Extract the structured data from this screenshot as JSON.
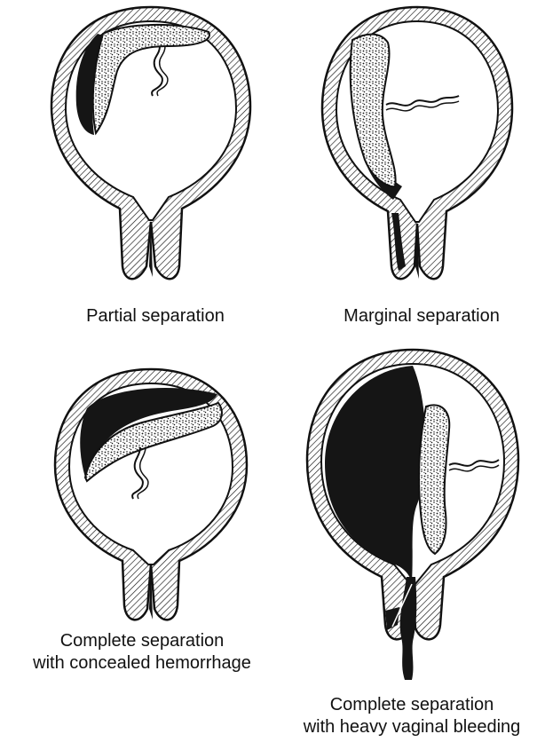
{
  "panels": [
    {
      "caption_lines": [
        "Partial separation"
      ]
    },
    {
      "caption_lines": [
        "Marginal separation"
      ]
    },
    {
      "caption_lines": [
        "Complete separation",
        "with concealed hemorrhage"
      ]
    },
    {
      "caption_lines": [
        "Complete separation",
        "with heavy vaginal bleeding"
      ]
    }
  ],
  "colors": {
    "ink": "#111111",
    "blood": "#151515",
    "wall_fill": "#ffffff",
    "background": "#ffffff"
  },
  "icons": [
    "uterus-diagram",
    "placenta-stipple",
    "umbilical-cord",
    "hemorrhage-fill"
  ]
}
